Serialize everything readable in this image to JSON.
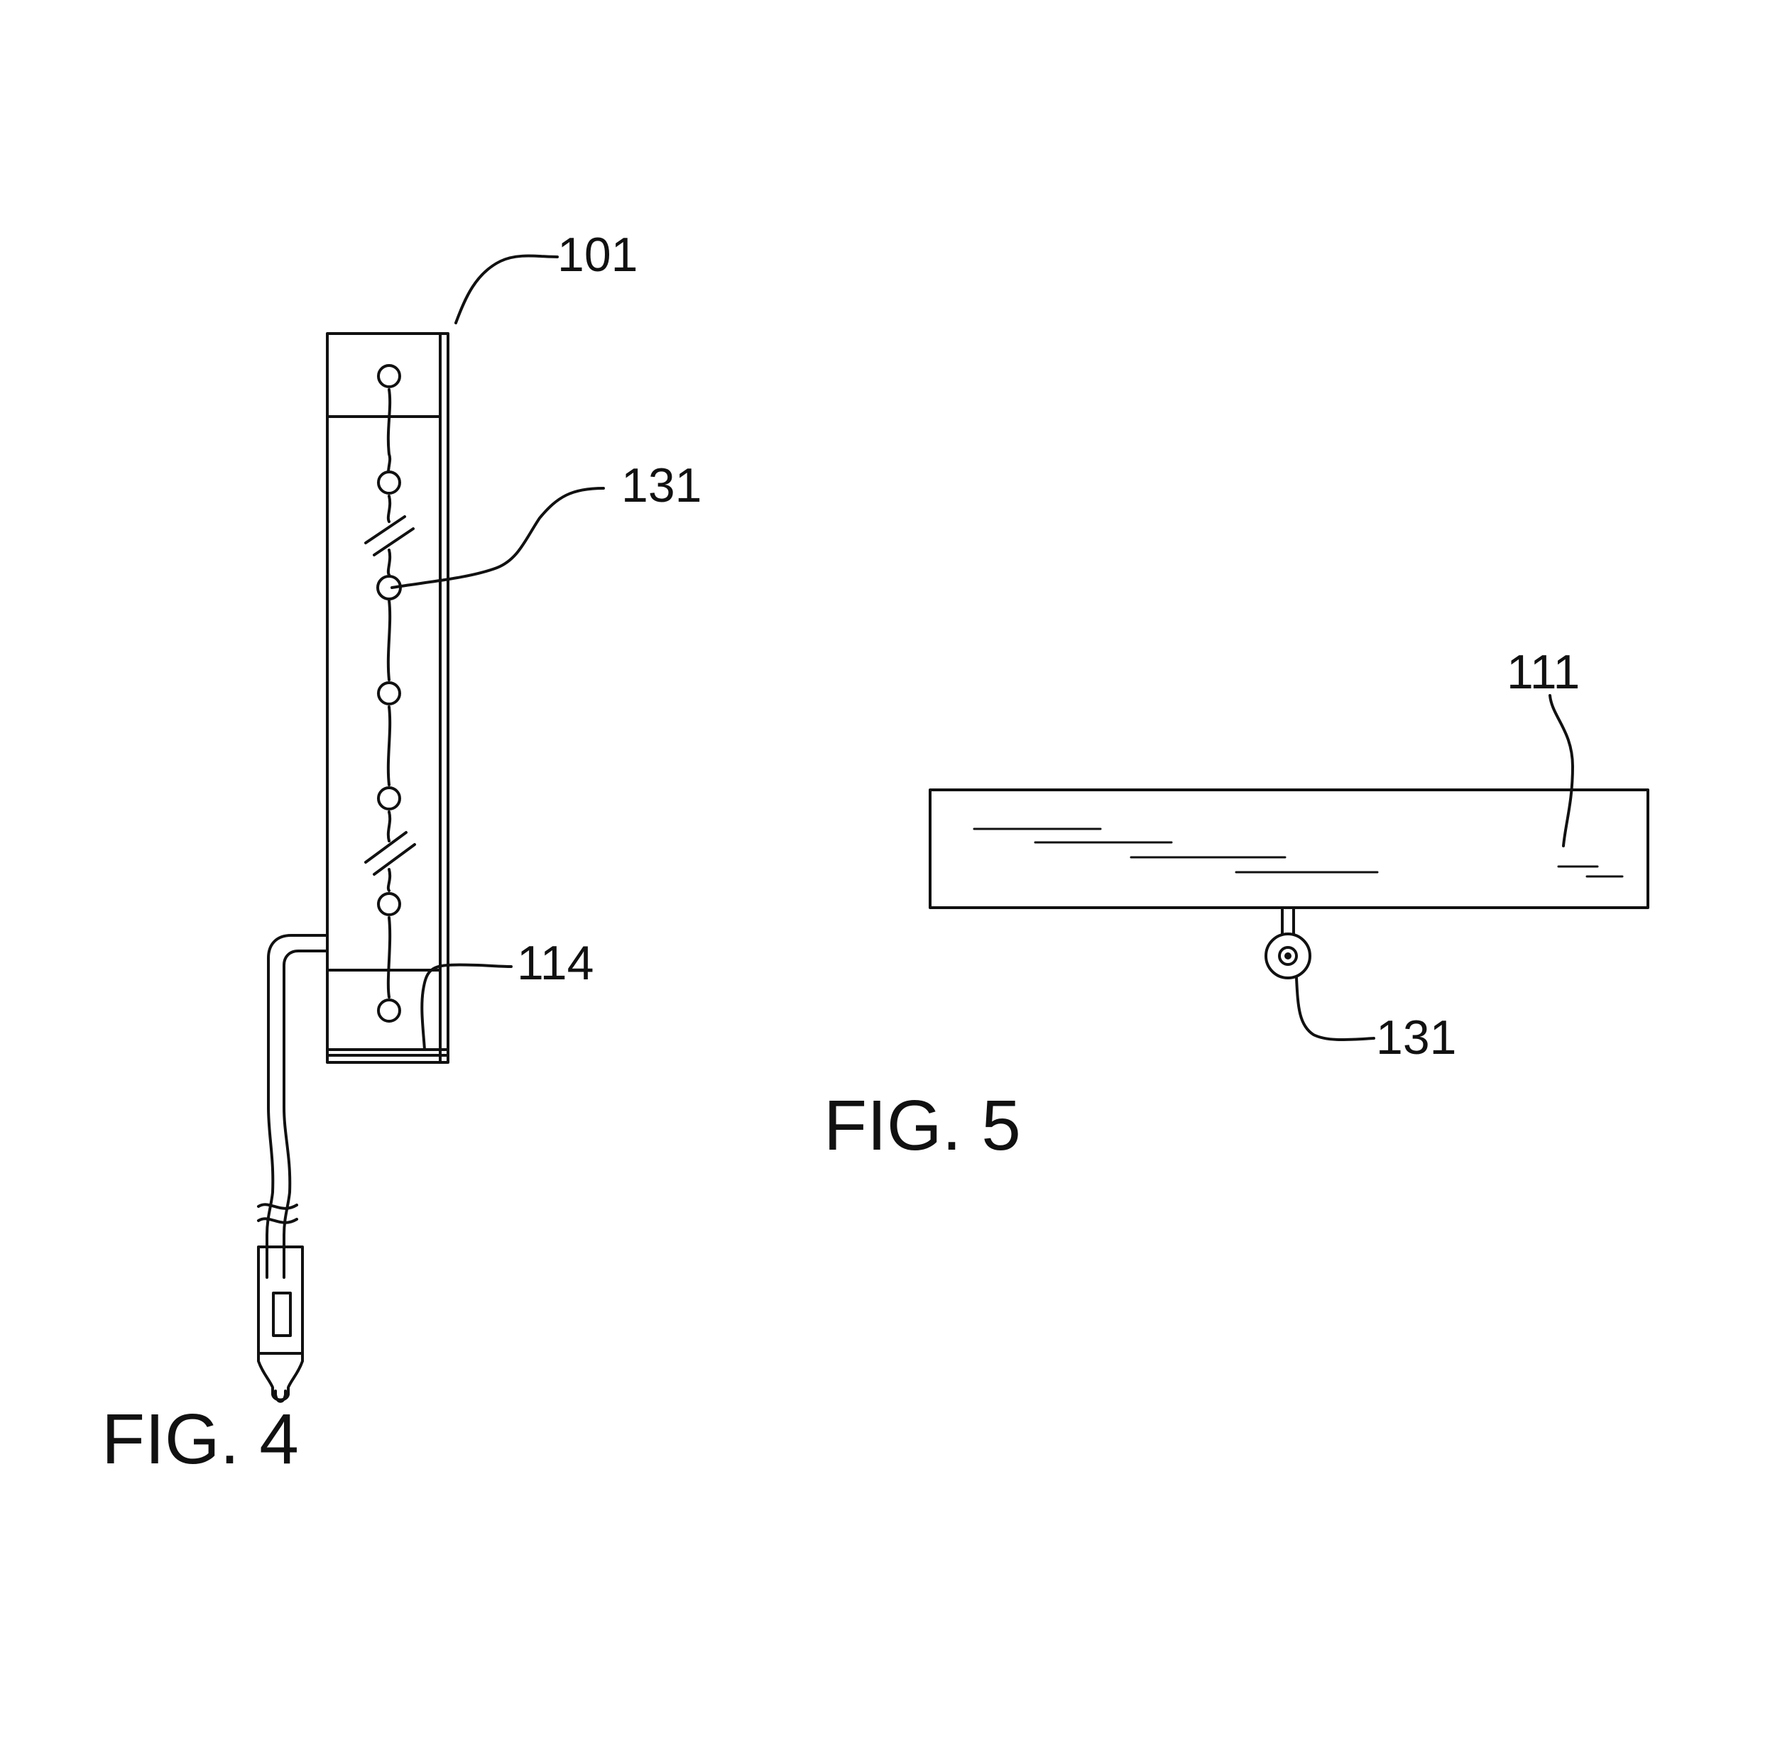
{
  "figures": [
    {
      "caption": "FIG. 4",
      "labels": [
        "101",
        "131",
        "114"
      ]
    },
    {
      "caption": "FIG. 5",
      "labels": [
        "111",
        "131"
      ]
    }
  ],
  "colors": {
    "ink": "#111111",
    "paper": "#ffffff"
  }
}
